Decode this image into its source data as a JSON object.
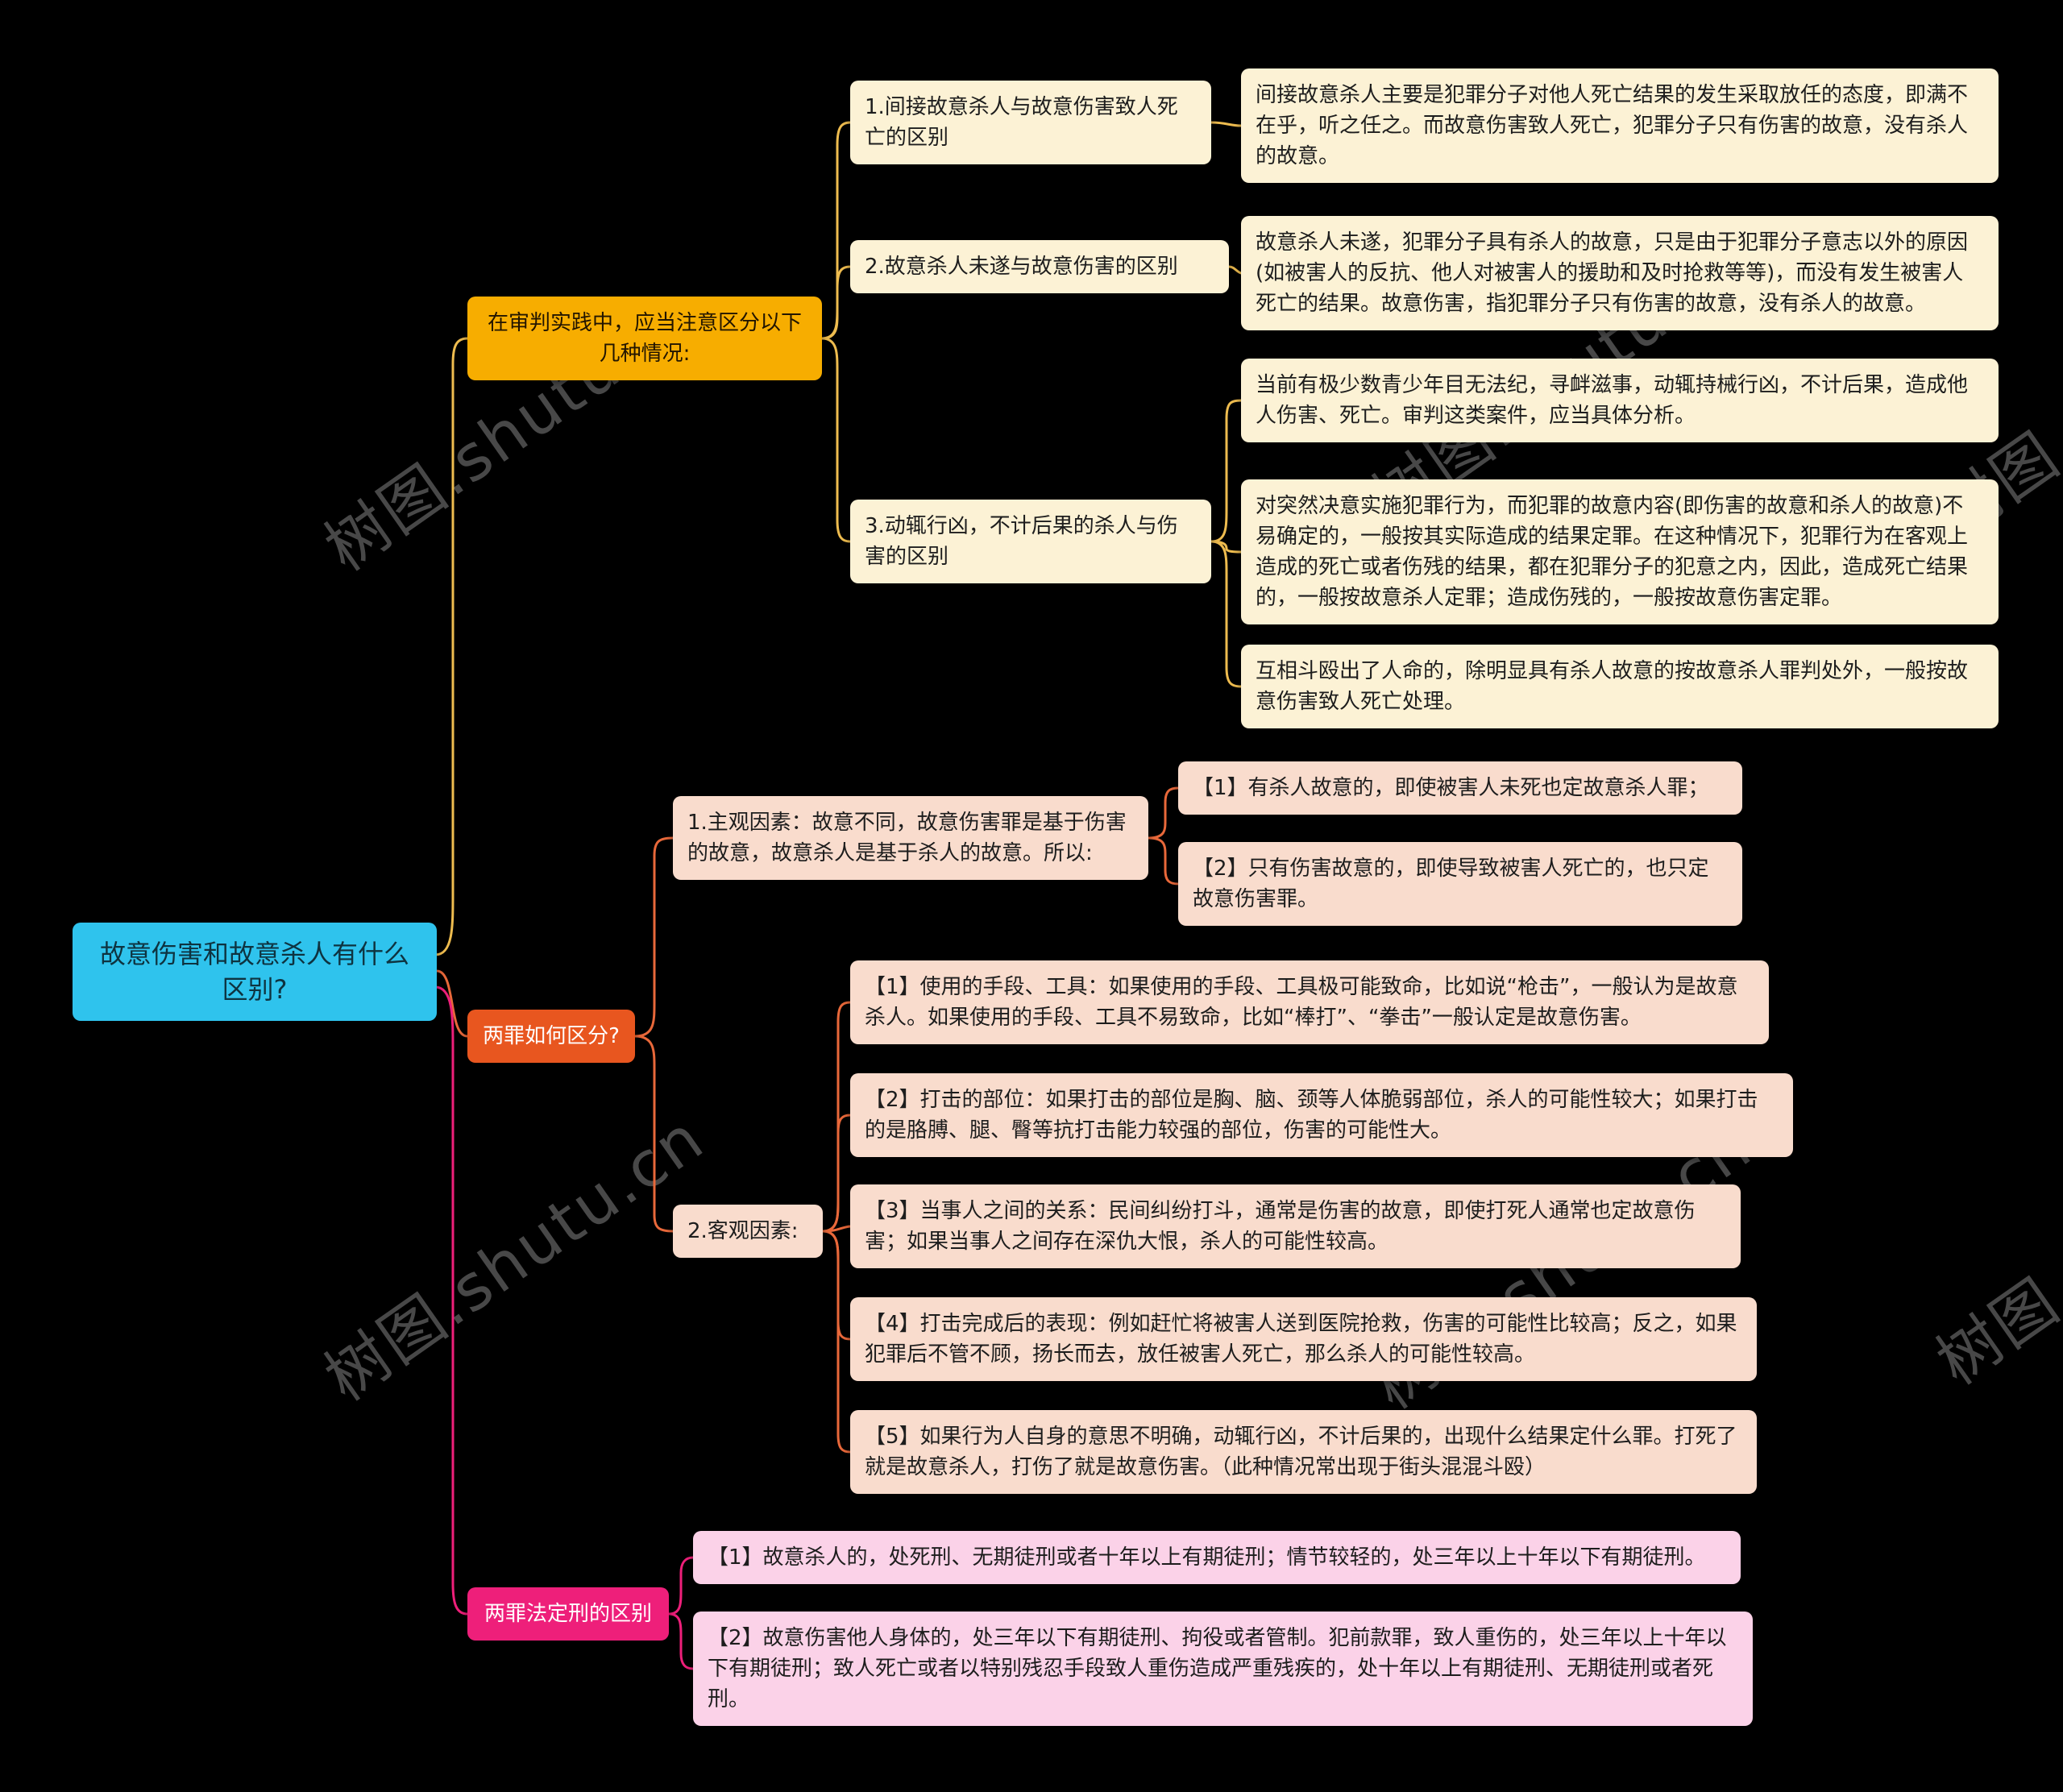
{
  "watermark": "树图.shutu.cn",
  "root": {
    "label": "故意伤害和故意杀人有什么区别?"
  },
  "branch1": {
    "label": "在审判实践中，应当注意区分以下几种情况:",
    "children": [
      {
        "label": "1.间接故意杀人与故意伤害致人死亡的区别",
        "leaves": [
          "间接故意杀人主要是犯罪分子对他人死亡结果的发生采取放任的态度，即满不在乎，听之任之。而故意伤害致人死亡，犯罪分子只有伤害的故意，没有杀人的故意。"
        ]
      },
      {
        "label": "2.故意杀人未遂与故意伤害的区别",
        "leaves": [
          "故意杀人未遂，犯罪分子具有杀人的故意，只是由于犯罪分子意志以外的原因(如被害人的反抗、他人对被害人的援助和及时抢救等等)，而没有发生被害人死亡的结果。故意伤害，指犯罪分子只有伤害的故意，没有杀人的故意。"
        ]
      },
      {
        "label": "3.动辄行凶，不计后果的杀人与伤害的区别",
        "leaves": [
          "当前有极少数青少年目无法纪，寻衅滋事，动辄持械行凶，不计后果，造成他人伤害、死亡。审判这类案件，应当具体分析。",
          "对突然决意实施犯罪行为，而犯罪的故意内容(即伤害的故意和杀人的故意)不易确定的，一般按其实际造成的结果定罪。在这种情况下，犯罪行为在客观上造成的死亡或者伤残的结果，都在犯罪分子的犯意之内，因此，造成死亡结果的，一般按故意杀人定罪；造成伤残的，一般按故意伤害定罪。",
          "互相斗殴出了人命的，除明显具有杀人故意的按故意杀人罪判处外，一般按故意伤害致人死亡处理。"
        ]
      }
    ]
  },
  "branch2": {
    "label": "两罪如何区分?",
    "children": [
      {
        "label": "1.主观因素：故意不同，故意伤害罪是基于伤害的故意，故意杀人是基于杀人的故意。所以:",
        "leaves": [
          "【1】有杀人故意的，即使被害人未死也定故意杀人罪；",
          "【2】只有伤害故意的，即使导致被害人死亡的，也只定故意伤害罪。"
        ]
      },
      {
        "label": "2.客观因素:",
        "leaves": [
          "【1】使用的手段、工具：如果使用的手段、工具极可能致命，比如说“枪击”，一般认为是故意杀人。如果使用的手段、工具不易致命，比如“棒打”、“拳击”一般认定是故意伤害。",
          "【2】打击的部位：如果打击的部位是胸、脑、颈等人体脆弱部位，杀人的可能性较大；如果打击的是胳膊、腿、臀等抗打击能力较强的部位，伤害的可能性大。",
          "【3】当事人之间的关系：民间纠纷打斗，通常是伤害的故意，即使打死人通常也定故意伤害；如果当事人之间存在深仇大恨，杀人的可能性较高。",
          "【4】打击完成后的表现：例如赶忙将被害人送到医院抢救，伤害的可能性比较高；反之，如果犯罪后不管不顾，扬长而去，放任被害人死亡，那么杀人的可能性较高。",
          "【5】如果行为人自身的意思不明确，动辄行凶，不计后果的，出现什么结果定什么罪。打死了就是故意杀人，打伤了就是故意伤害。（此种情况常出现于街头混混斗殴）"
        ]
      }
    ]
  },
  "branch3": {
    "label": "两罪法定刑的区别",
    "leaves": [
      "【1】故意杀人的，处死刑、无期徒刑或者十年以上有期徒刑；情节较轻的，处三年以上十年以下有期徒刑。",
      "【2】故意伤害他人身体的，处三年以下有期徒刑、拘役或者管制。犯前款罪，致人重伤的，处三年以上十年以下有期徒刑；致人死亡或者以特别残忍手段致人重伤造成严重残疾的，处十年以上有期徒刑、无期徒刑或者死刑。"
    ]
  },
  "colors": {
    "root_bg": "#2fc3ed",
    "branch1_bg": "#f7ad00",
    "branch1_line": "#eebc4f",
    "branch1_leaf_bg": "#fcf2d5",
    "branch2_bg": "#e8561f",
    "branch2_line": "#e8683a",
    "branch2_leaf_bg": "#f9dccd",
    "branch3_bg": "#ee1f7a",
    "branch3_line": "#ee1f7a",
    "branch3_leaf_bg": "#fbd2e8",
    "watermark_color": "#8f8f8f"
  }
}
